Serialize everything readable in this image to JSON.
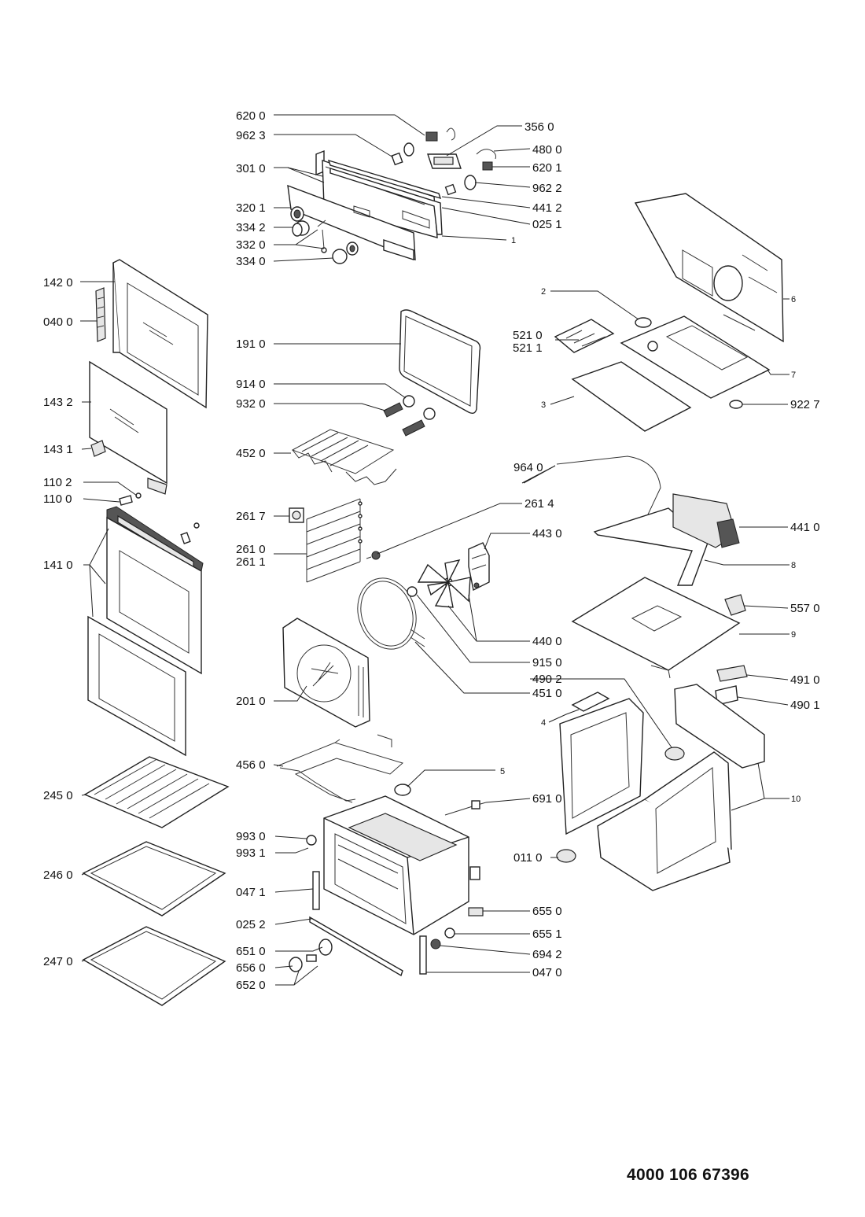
{
  "document_number": "4000 106 67396",
  "labels": {
    "p620_0": "620 0",
    "p962_3": "962 3",
    "p301_0": "301 0",
    "p320_1": "320 1",
    "p334_2": "334 2",
    "p332_0": "332 0",
    "p334_0": "334 0",
    "p356_0": "356 0",
    "p480_0": "480 0",
    "p620_1": "620 1",
    "p962_2": "962 2",
    "p441_2": "441 2",
    "p025_1": "025 1",
    "p1": "1",
    "p142_0": "142 0",
    "p040_0": "040 0",
    "p143_2": "143 2",
    "p143_1": "143 1",
    "p110_2": "110 2",
    "p110_0": "110 0",
    "p141_0": "141 0",
    "p191_0": "191 0",
    "p914_0": "914 0",
    "p932_0": "932 0",
    "p452_0": "452 0",
    "p261_7": "261 7",
    "p261_0": "261 0",
    "p261_1": "261 1",
    "p261_4": "261 4",
    "p443_0": "443 0",
    "p440_0": "440 0",
    "p915_0": "915 0",
    "p451_0": "451 0",
    "p201_0": "201 0",
    "p456_0": "456 0",
    "p5": "5",
    "p691_0": "691 0",
    "p245_0": "245 0",
    "p246_0": "246 0",
    "p247_0": "247 0",
    "p993_0": "993 0",
    "p993_1": "993 1",
    "p047_1": "047 1",
    "p025_2": "025 2",
    "p651_0": "651 0",
    "p656_0": "656 0",
    "p652_0": "652 0",
    "p655_0": "655 0",
    "p655_1": "655 1",
    "p694_2": "694 2",
    "p047_0": "047 0",
    "p2": "2",
    "p6": "6",
    "p521_0": "521 0",
    "p521_1": "521 1",
    "p7": "7",
    "p3": "3",
    "p922_7": "922 7",
    "p964_0": "964 0",
    "p441_0": "441 0",
    "p8": "8",
    "p557_0": "557 0",
    "p9": "9",
    "p490_2": "490 2",
    "p491_0": "491 0",
    "p490_1": "490 1",
    "p4": "4",
    "p10": "10",
    "p011_0": "011 0"
  }
}
